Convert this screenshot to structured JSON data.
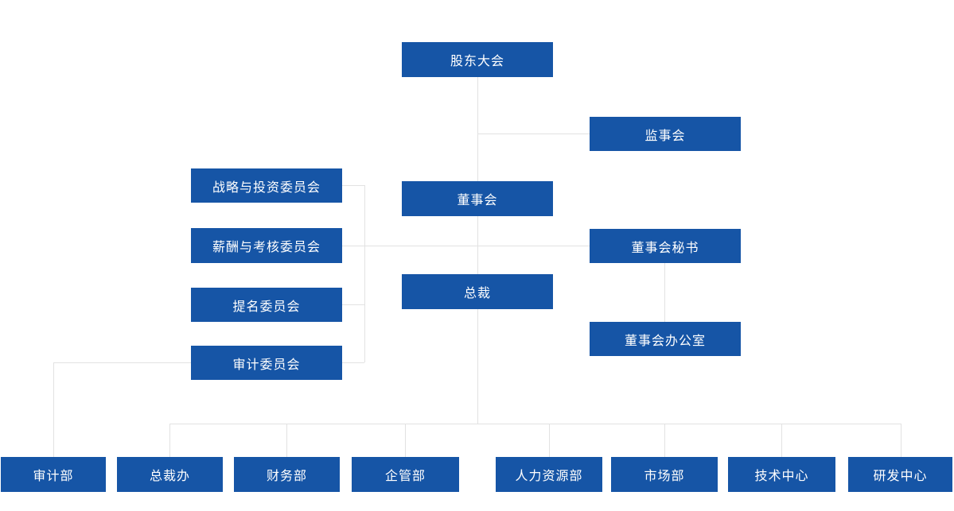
{
  "chart_type": "org-chart",
  "colors": {
    "node_background": "#1655a6",
    "node_text": "#ffffff",
    "connector_line": "#e2e2e2",
    "page_background": "#ffffff"
  },
  "org": {
    "shareholders_meeting": "股东大会",
    "supervisory_board": "监事会",
    "board_of_directors": "董事会",
    "strategy_investment_committee": "战略与投资委员会",
    "compensation_assessment_committee": "薪酬与考核委员会",
    "nomination_committee": "提名委员会",
    "audit_committee": "审计委员会",
    "board_secretary": "董事会秘书",
    "president": "总裁",
    "board_office": "董事会办公室",
    "audit_dept": "审计部",
    "president_office": "总裁办",
    "finance_dept": "财务部",
    "enterprise_mgmt_dept": "企管部",
    "hr_dept": "人力资源部",
    "marketing_dept": "市场部",
    "technology_center": "技术中心",
    "rd_center": "研发中心"
  },
  "edges": [
    {
      "from": "股东大会",
      "to": "监事会"
    },
    {
      "from": "股东大会",
      "to": "董事会"
    },
    {
      "from": "董事会",
      "to": "战略与投资委员会"
    },
    {
      "from": "董事会",
      "to": "薪酬与考核委员会"
    },
    {
      "from": "董事会",
      "to": "提名委员会"
    },
    {
      "from": "董事会",
      "to": "审计委员会"
    },
    {
      "from": "董事会",
      "to": "董事会秘书"
    },
    {
      "from": "董事会秘书",
      "to": "董事会办公室"
    },
    {
      "from": "董事会",
      "to": "总裁"
    },
    {
      "from": "审计委员会",
      "to": "审计部"
    },
    {
      "from": "总裁",
      "to": "总裁办"
    },
    {
      "from": "总裁",
      "to": "财务部"
    },
    {
      "from": "总裁",
      "to": "企管部"
    },
    {
      "from": "总裁",
      "to": "人力资源部"
    },
    {
      "from": "总裁",
      "to": "市场部"
    },
    {
      "from": "总裁",
      "to": "技术中心"
    },
    {
      "from": "总裁",
      "to": "研发中心"
    }
  ]
}
